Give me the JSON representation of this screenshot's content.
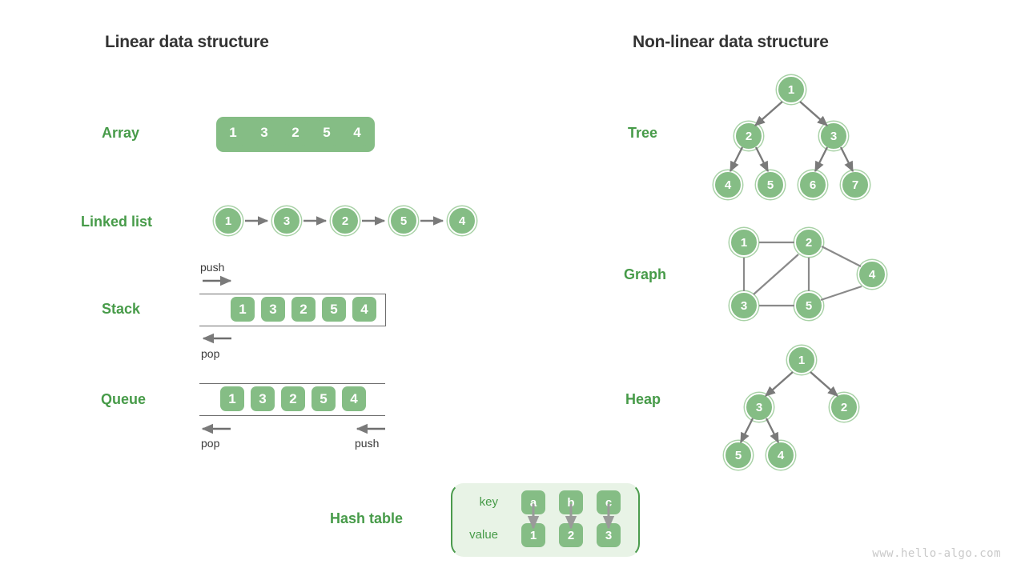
{
  "titles": {
    "linear": "Linear data structure",
    "nonlinear": "Non-linear data structure"
  },
  "colors": {
    "node_fill": "#85bd85",
    "node_ring": "#a9d2a7",
    "label_green": "#479b49",
    "title_gray": "#333333",
    "arrow_gray": "#7a7a7a",
    "frame_gray": "#6e6e6e",
    "hash_bg": "#e8f3e6",
    "hash_border": "#4b9b4d",
    "watermark": "#c9c9c9"
  },
  "linear": {
    "array": {
      "label": "Array",
      "values": [
        "1",
        "3",
        "2",
        "5",
        "4"
      ]
    },
    "linked_list": {
      "label": "Linked list",
      "values": [
        "1",
        "3",
        "2",
        "5",
        "4"
      ]
    },
    "stack": {
      "label": "Stack",
      "values": [
        "1",
        "3",
        "2",
        "5",
        "4"
      ],
      "push_label": "push",
      "pop_label": "pop"
    },
    "queue": {
      "label": "Queue",
      "values": [
        "1",
        "3",
        "2",
        "5",
        "4"
      ],
      "push_label": "push",
      "pop_label": "pop"
    },
    "hash_table": {
      "label": "Hash table",
      "key_label": "key",
      "value_label": "value",
      "keys": [
        "a",
        "b",
        "c"
      ],
      "values": [
        "1",
        "2",
        "3"
      ]
    }
  },
  "nonlinear": {
    "tree": {
      "label": "Tree",
      "nodes": [
        "1",
        "2",
        "3",
        "4",
        "5",
        "6",
        "7"
      ]
    },
    "graph": {
      "label": "Graph",
      "nodes": [
        "1",
        "2",
        "3",
        "4",
        "5"
      ],
      "edges": [
        "1-2",
        "1-3",
        "2-3",
        "2-4",
        "2-5",
        "3-5",
        "4-5"
      ]
    },
    "heap": {
      "label": "Heap",
      "nodes": [
        "1",
        "3",
        "2",
        "5",
        "4"
      ]
    }
  },
  "watermark": "www.hello-algo.com"
}
